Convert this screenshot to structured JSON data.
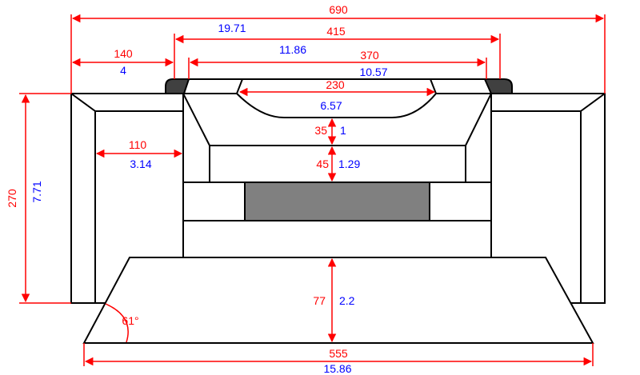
{
  "colors": {
    "dimension_mm": "#ff0000",
    "dimension_in": "#0000ff",
    "outline": "#000000",
    "panel_fill": "#808080",
    "rounded_corner_fill": "#404040"
  },
  "dimensions": {
    "overall_width": {
      "mm": "690",
      "in": "19.71"
    },
    "top_opening": {
      "mm": "415",
      "in": "11.86"
    },
    "inner_opening": {
      "mm": "370",
      "in": "10.57"
    },
    "side_ledge": {
      "mm": "140",
      "in": "4"
    },
    "arch": {
      "mm": "230",
      "in": "6.57"
    },
    "arch_gap": {
      "mm": "35",
      "in": "1"
    },
    "lintel": {
      "mm": "45",
      "in": "1.29"
    },
    "inner_ledge": {
      "mm": "110",
      "in": "3.14"
    },
    "height": {
      "mm": "270",
      "in": "7.71"
    },
    "hearth_depth": {
      "mm": "77",
      "in": "2.2"
    },
    "hearth_width": {
      "mm": "555",
      "in": "15.86"
    },
    "hearth_angle": "61°"
  }
}
